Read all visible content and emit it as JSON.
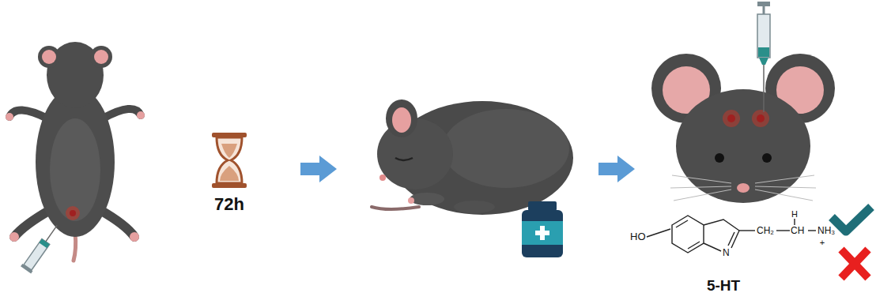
{
  "diagram": {
    "labels": [
      "72h",
      "HO",
      "CH₂",
      "H",
      "CH",
      "NH₃",
      "+",
      "N",
      "5-HT"
    ]
  }
}
